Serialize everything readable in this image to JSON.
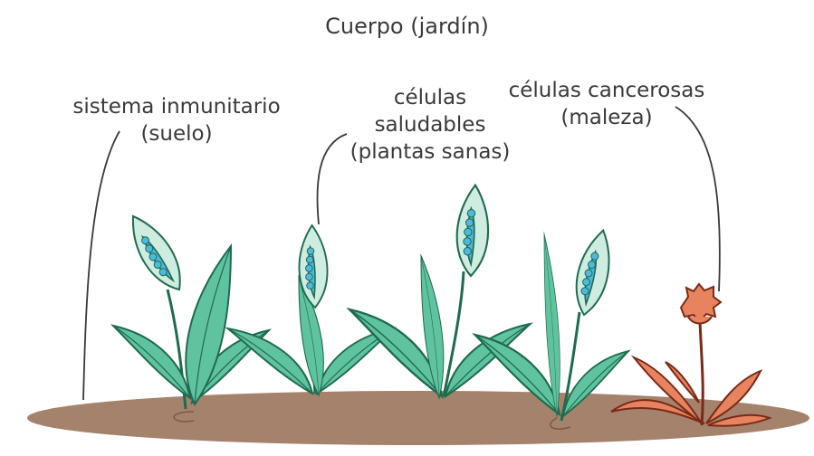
{
  "diagram": {
    "title": "Cuerpo (jardín)",
    "labels": {
      "soil": [
        "sistema inmunitario",
        "(suelo)"
      ],
      "healthy": [
        "células",
        "saludables",
        "(plantas sanas)"
      ],
      "cancer": [
        "células cancerosas",
        "(maleza)"
      ]
    }
  },
  "colors": {
    "soil": "#a5826c",
    "leaf": "#5fc3a0",
    "leaf_dark": "#1f6b4f",
    "spathe": "#cfece0",
    "spadix": "#4db9df",
    "weed": "#e8835f",
    "weed_dark": "#7a2a16",
    "text": "#3a3a3a"
  }
}
